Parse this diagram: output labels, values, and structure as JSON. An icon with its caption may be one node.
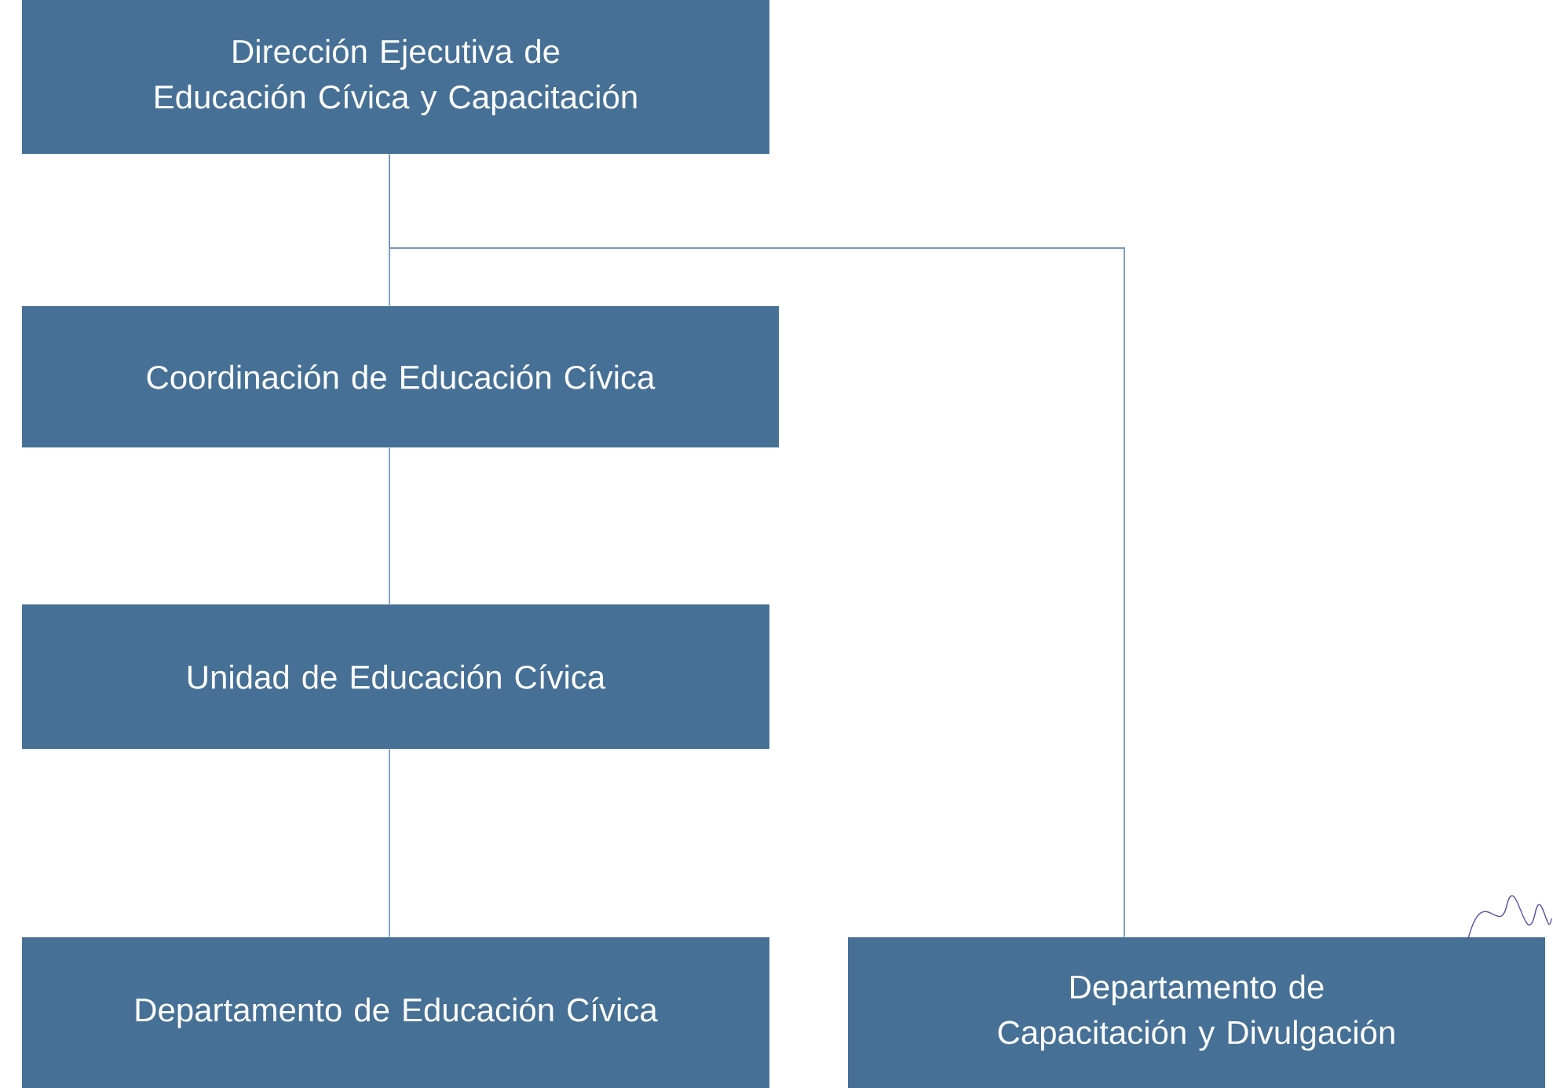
{
  "diagram": {
    "nodes": [
      {
        "text": [
          "Dirección Ejecutiva de Educación Cívica y Capacitación"
        ]
      },
      {
        "text": [
          "Coordinación de Educación Cívica"
        ]
      },
      {
        "text": [
          "Unidad de Educación Cívica"
        ]
      },
      {
        "text": [
          "Departamento de Educación Cívica"
        ]
      },
      {
        "text": [
          "Departamento de Capacitación y Divulgación"
        ]
      }
    ],
    "edges": [
      {
        "from": 0,
        "to": 1,
        "arrow": "none"
      },
      {
        "from": 1,
        "to": 2,
        "arrow": "none"
      },
      {
        "from": 2,
        "to": 3,
        "arrow": "none"
      },
      {
        "from": 0,
        "to": 4,
        "arrow": "none"
      }
    ]
  }
}
